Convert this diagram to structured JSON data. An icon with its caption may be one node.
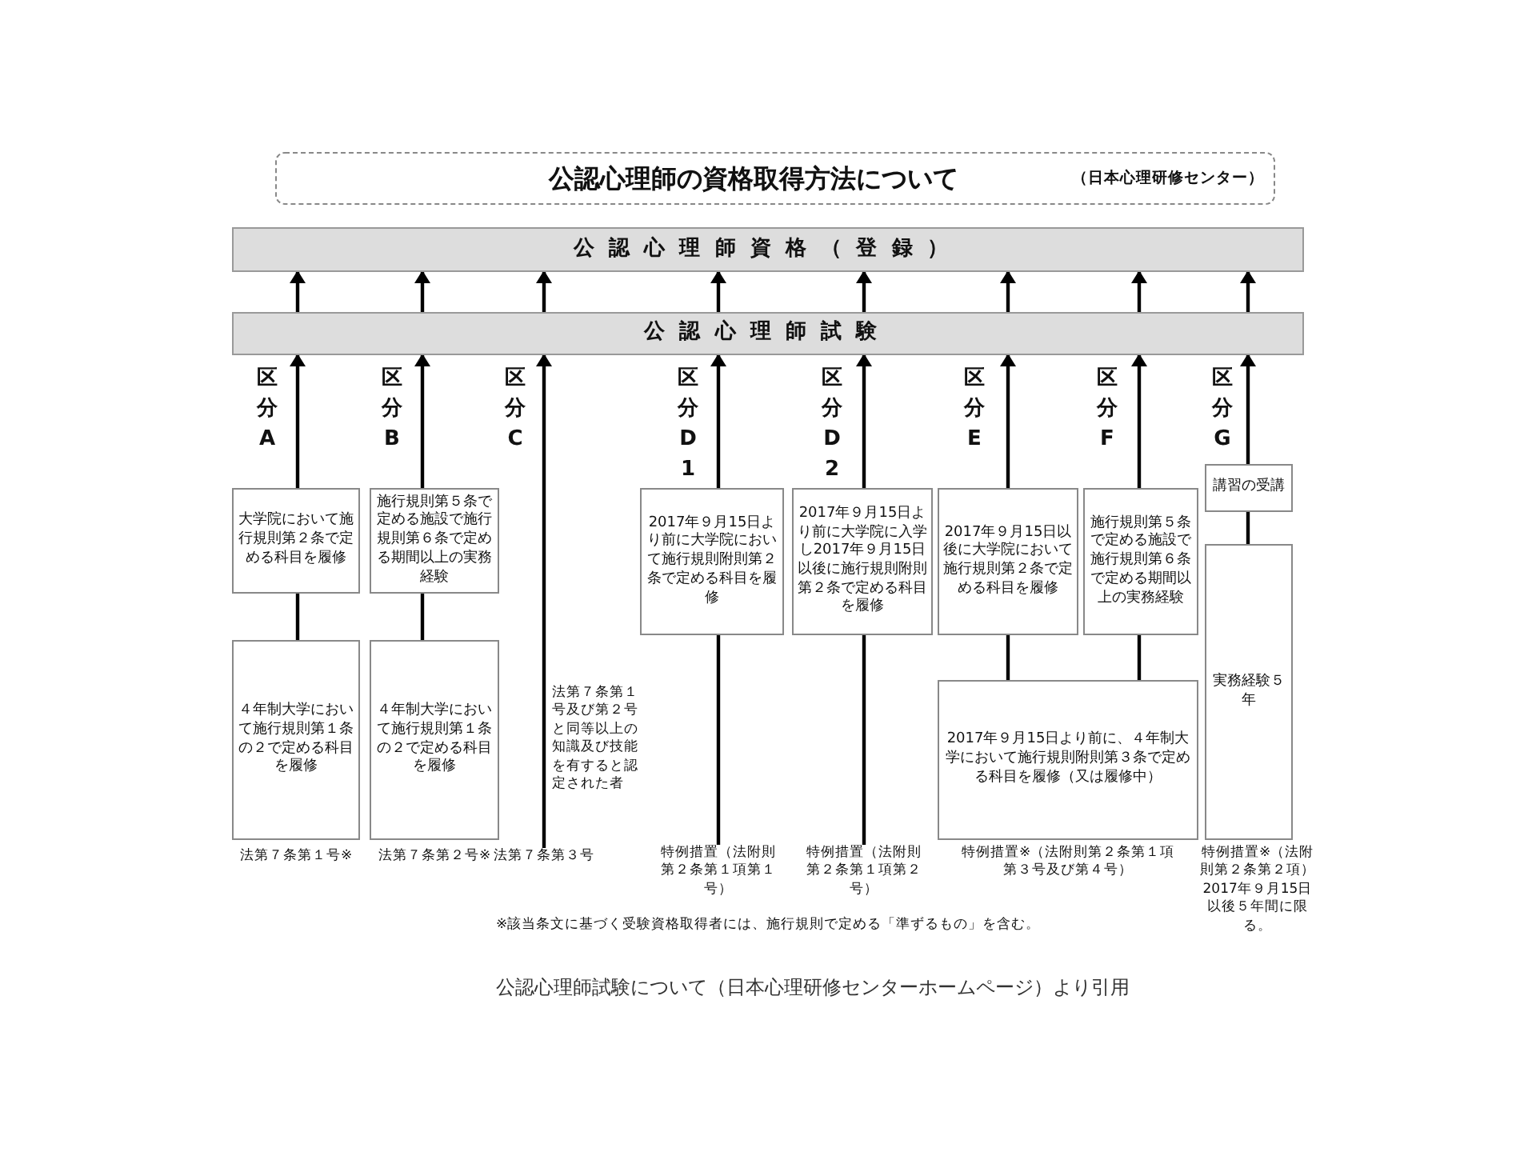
{
  "diagram": {
    "nodes": [
      {
        "text": [
          "公認心理師の資格取得方法について",
          "（日本心理研修センター）"
        ]
      },
      {
        "text": [
          "公認心理師資格（登録）"
        ]
      },
      {
        "text": [
          "公認心理師試験"
        ]
      },
      {
        "text": [
          "大学院において施行規則第２条で定める科目を履修"
        ]
      },
      {
        "text": [
          "４年制大学において施行規則第１条の２で定める科目を履修"
        ],
        "beside": [
          "法第７条第１号※"
        ]
      },
      {
        "text": [
          "施行規則第５条で定める施設で施行規則第６条で定める期間以上の実務経験"
        ]
      },
      {
        "text": [
          "４年制大学において施行規則第１条の２で定める科目を履修"
        ],
        "beside": [
          "法第７条第２号※"
        ]
      },
      {
        "text": [
          "法第７条第３号"
        ]
      },
      {
        "text": [
          "2017年９月15日より前に大学院において施行規則附則第２条で定める科目を履修"
        ]
      },
      {
        "text": [
          "2017年９月15日より前に大学院に入学し2017年９月15日以後に施行規則附則第２条で定める科目を履修"
        ]
      },
      {
        "text": [
          "2017年９月15日以後に大学院において施行規則第２条で定める科目を履修"
        ]
      },
      {
        "text": [
          "施行規則第５条で定める施設で施行規則第６条で定める期間以上の実務経験"
        ]
      },
      {
        "text": [
          "2017年９月15日より前に、４年制大学において施行規則附則第３条で定める科目を履修（又は履修中）"
        ],
        "beside": [
          "特例措置※（法附則第２条第１項第３号及び第４号）"
        ]
      },
      {
        "text": [
          "講習の受講"
        ]
      },
      {
        "text": [
          "実務経験５年"
        ],
        "beside": [
          "特例措置※（法附則第２条第２項）2017年９月15日以後５年間に限る。"
        ]
      },
      {
        "text": [
          "特例措置（法附則第２条第１項第１号）"
        ]
      },
      {
        "text": [
          "特例措置（法附則第２条第１項第２号）"
        ]
      }
    ],
    "edges": [
      {
        "from": 2,
        "to": 1,
        "arrow": "to"
      },
      {
        "from": 2,
        "to": 1,
        "arrow": "to"
      },
      {
        "from": 2,
        "to": 1,
        "arrow": "to"
      },
      {
        "from": 2,
        "to": 1,
        "arrow": "to"
      },
      {
        "from": 2,
        "to": 1,
        "arrow": "to"
      },
      {
        "from": 2,
        "to": 1,
        "arrow": "to"
      },
      {
        "from": 2,
        "to": 1,
        "arrow": "to"
      },
      {
        "from": 2,
        "to": 1,
        "arrow": "to"
      },
      {
        "from": 4,
        "to": 3,
        "arrow": "none"
      },
      {
        "from": 3,
        "to": 2,
        "arrow": "to"
      },
      {
        "from": 6,
        "to": 5,
        "arrow": "none"
      },
      {
        "from": 5,
        "to": 2,
        "arrow": "to"
      },
      {
        "from": 7,
        "to": 2,
        "arrow": "to"
      },
      {
        "from": 15,
        "to": 8,
        "arrow": "none"
      },
      {
        "from": 8,
        "to": 2,
        "arrow": "to"
      },
      {
        "from": 16,
        "to": 9,
        "arrow": "none"
      },
      {
        "from": 9,
        "to": 2,
        "arrow": "to"
      },
      {
        "from": 12,
        "to": 10,
        "arrow": "none"
      },
      {
        "from": 12,
        "to": 11,
        "arrow": "none"
      },
      {
        "from": 10,
        "to": 2,
        "arrow": "to"
      },
      {
        "from": 11,
        "to": 2,
        "arrow": "to"
      },
      {
        "from": 14,
        "to": 13,
        "arrow": "none"
      },
      {
        "from": 13,
        "to": 2,
        "arrow": "to"
      }
    ],
    "labels": [
      "区分A",
      "区分B",
      "区分C",
      "区分D1",
      "区分D2",
      "区分E",
      "区分F",
      "区分G",
      "法第７条第１号及び第２号と同等以上の知識及び技能を有すると認定された者",
      "※該当条文に基づく受験資格取得者には、施行規則で定める「準ずるもの」を含む。"
    ],
    "caption": "公認心理師試験について（日本心理研修センターホームページ）より引用"
  }
}
